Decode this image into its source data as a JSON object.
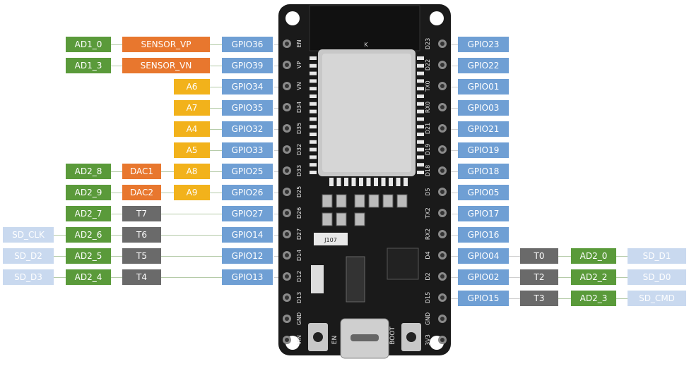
{
  "left_rows": [
    {
      "gpio": "GPIO36",
      "mid": "SENSOR_VP",
      "mid_type": "sensor",
      "ad": "AD1_0",
      "sd": "",
      "mid2": "",
      "mid2_type": ""
    },
    {
      "gpio": "GPIO39",
      "mid": "SENSOR_VN",
      "mid_type": "sensor",
      "ad": "AD1_3",
      "sd": "",
      "mid2": "",
      "mid2_type": ""
    },
    {
      "gpio": "GPIO34",
      "mid": "A6",
      "mid_type": "a",
      "ad": "",
      "sd": "",
      "mid2": "",
      "mid2_type": ""
    },
    {
      "gpio": "GPIO35",
      "mid": "A7",
      "mid_type": "a",
      "ad": "",
      "sd": "",
      "mid2": "",
      "mid2_type": ""
    },
    {
      "gpio": "GPIO32",
      "mid": "A4",
      "mid_type": "a",
      "ad": "",
      "sd": "",
      "mid2": "",
      "mid2_type": ""
    },
    {
      "gpio": "GPIO33",
      "mid": "A5",
      "mid_type": "a",
      "ad": "",
      "sd": "",
      "mid2": "",
      "mid2_type": ""
    },
    {
      "gpio": "GPIO25",
      "mid": "A8",
      "mid_type": "a",
      "ad": "AD2_8",
      "sd": "",
      "mid2": "DAC1",
      "mid2_type": "dac"
    },
    {
      "gpio": "GPIO26",
      "mid": "A9",
      "mid_type": "a",
      "ad": "AD2_9",
      "sd": "",
      "mid2": "DAC2",
      "mid2_type": "dac"
    },
    {
      "gpio": "GPIO27",
      "mid": "",
      "mid_type": "",
      "ad": "AD2_7",
      "sd": "",
      "mid2": "T7",
      "mid2_type": "t"
    },
    {
      "gpio": "GPIO14",
      "mid": "",
      "mid_type": "",
      "ad": "AD2_6",
      "sd": "SD_CLK",
      "mid2": "T6",
      "mid2_type": "t"
    },
    {
      "gpio": "GPIO12",
      "mid": "",
      "mid_type": "",
      "ad": "AD2_5",
      "sd": "SD_D2",
      "mid2": "T5",
      "mid2_type": "t"
    },
    {
      "gpio": "GPIO13",
      "mid": "",
      "mid_type": "",
      "ad": "AD2_4",
      "sd": "SD_D3",
      "mid2": "T4",
      "mid2_type": "t"
    }
  ],
  "right_rows": [
    {
      "gpio": "GPIO23",
      "t": "",
      "ad": "",
      "sd": ""
    },
    {
      "gpio": "GPIO22",
      "t": "",
      "ad": "",
      "sd": ""
    },
    {
      "gpio": "GPIO01",
      "t": "",
      "ad": "",
      "sd": ""
    },
    {
      "gpio": "GPIO03",
      "t": "",
      "ad": "",
      "sd": ""
    },
    {
      "gpio": "GPIO21",
      "t": "",
      "ad": "",
      "sd": ""
    },
    {
      "gpio": "GPIO19",
      "t": "",
      "ad": "",
      "sd": ""
    },
    {
      "gpio": "GPIO18",
      "t": "",
      "ad": "",
      "sd": ""
    },
    {
      "gpio": "GPIO05",
      "t": "",
      "ad": "",
      "sd": ""
    },
    {
      "gpio": "GPIO17",
      "t": "",
      "ad": "",
      "sd": ""
    },
    {
      "gpio": "GPIO16",
      "t": "",
      "ad": "",
      "sd": ""
    },
    {
      "gpio": "GPIO04",
      "t": "T0",
      "ad": "AD2_0",
      "sd": "SD_D1"
    },
    {
      "gpio": "GPIO02",
      "t": "T2",
      "ad": "AD2_2",
      "sd": "SD_D0"
    },
    {
      "gpio": "GPIO15",
      "t": "T3",
      "ad": "AD2_3",
      "sd": "SD_CMD"
    }
  ],
  "board": {
    "left_pins": [
      "EN",
      "VP",
      "VN",
      "D34",
      "D35",
      "D32",
      "D33",
      "D25",
      "D26",
      "D27",
      "D14",
      "D12",
      "D13",
      "GND",
      "VIN"
    ],
    "right_pins": [
      "D23",
      "D22",
      "TX0",
      "RX0",
      "D21",
      "D19",
      "D18",
      "D5",
      "TX2",
      "RX2",
      "D4",
      "D2",
      "D15",
      "GND",
      "3V3"
    ],
    "btn_en": "EN",
    "btn_boot": "BOOT",
    "chip_mark": "J107",
    "module_mark": "K"
  },
  "colors": {
    "ad": "#5a9a3a",
    "sensor": "#e8772e",
    "gpio": "#6f9fd4",
    "a": "#f2b21b",
    "dac": "#e8772e",
    "t": "#6a6a6a",
    "sd": "#c9d9ef",
    "board": "#1a1a1a",
    "module": "#c8c8c8"
  }
}
